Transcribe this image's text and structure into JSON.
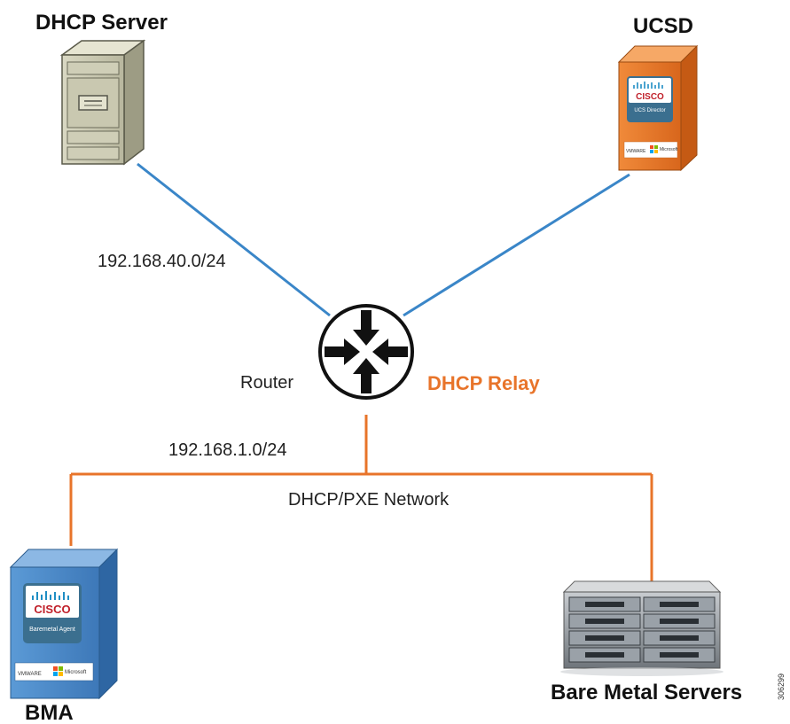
{
  "nodes": {
    "dhcp_server": {
      "label": "DHCP Server"
    },
    "ucsd": {
      "label": "UCSD",
      "badge_brand": "cisco",
      "badge_text": "UCS Director",
      "vendor_tag": "VMWARE",
      "ms_tag": "Microsoft"
    },
    "router": {
      "label": "Router",
      "role": "DHCP Relay"
    },
    "bma": {
      "label": "BMA",
      "badge_brand": "cisco",
      "badge_text": "Baremetal Agent",
      "vendor_tag": "VMWARE",
      "ms_tag": "Microsoft"
    },
    "bare_metal": {
      "label": "Bare Metal Servers"
    }
  },
  "networks": {
    "upper_subnet": "192.168.40.0/24",
    "lower_subnet": "192.168.1.0/24",
    "lower_name": "DHCP/PXE Network"
  },
  "figure_id": "306299",
  "colors": {
    "upper_link": "#3a86c8",
    "lower_link": "#e8742a",
    "relay_text": "#e8742a"
  }
}
